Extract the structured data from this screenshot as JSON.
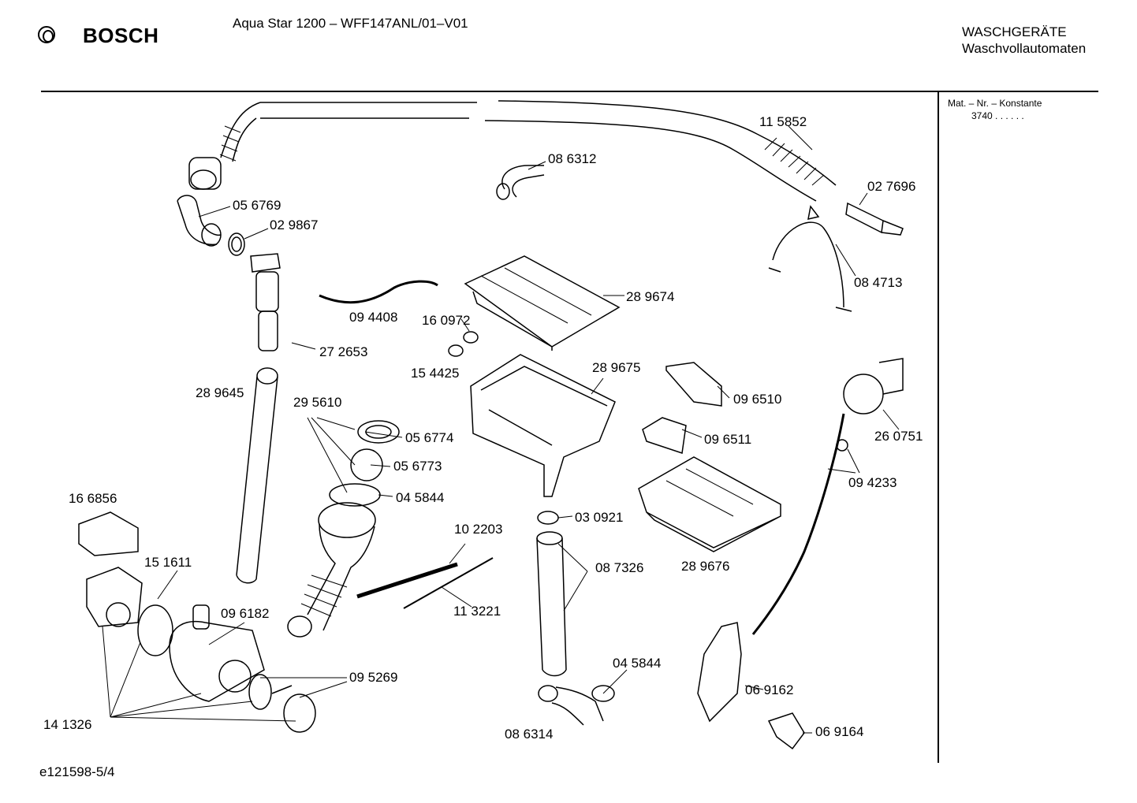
{
  "header": {
    "brand": "BOSCH",
    "model": "Aqua Star 1200 – WFF147ANL/01–V01",
    "category_line1": "WASCHGERÄTE",
    "category_line2": "Waschvollautomaten"
  },
  "side_panel": {
    "line1": "Mat. – Nr. – Konstante",
    "line2": "3740  .  .     .  .  .  ."
  },
  "footer": {
    "code": "e121598-5/4"
  },
  "parts": [
    "11 5852",
    "08 6312",
    "02 7696",
    "05 6769",
    "02 9867",
    "08 4713",
    "28 9674",
    "09 4408",
    "16 0972",
    "27 2653",
    "15 4425",
    "28 9675",
    "28 9645",
    "29 5610",
    "09 6510",
    "05 6774",
    "05 6773",
    "09 6511",
    "26 0751",
    "04 5844",
    "09 4233",
    "16 6856",
    "10 2203",
    "03 0921",
    "15 1611",
    "08 7326",
    "28 9676",
    "09 6182",
    "11 3221",
    "04 5844",
    "09 5269",
    "06 9162",
    "14 1326",
    "08 6314",
    "06 9164"
  ]
}
